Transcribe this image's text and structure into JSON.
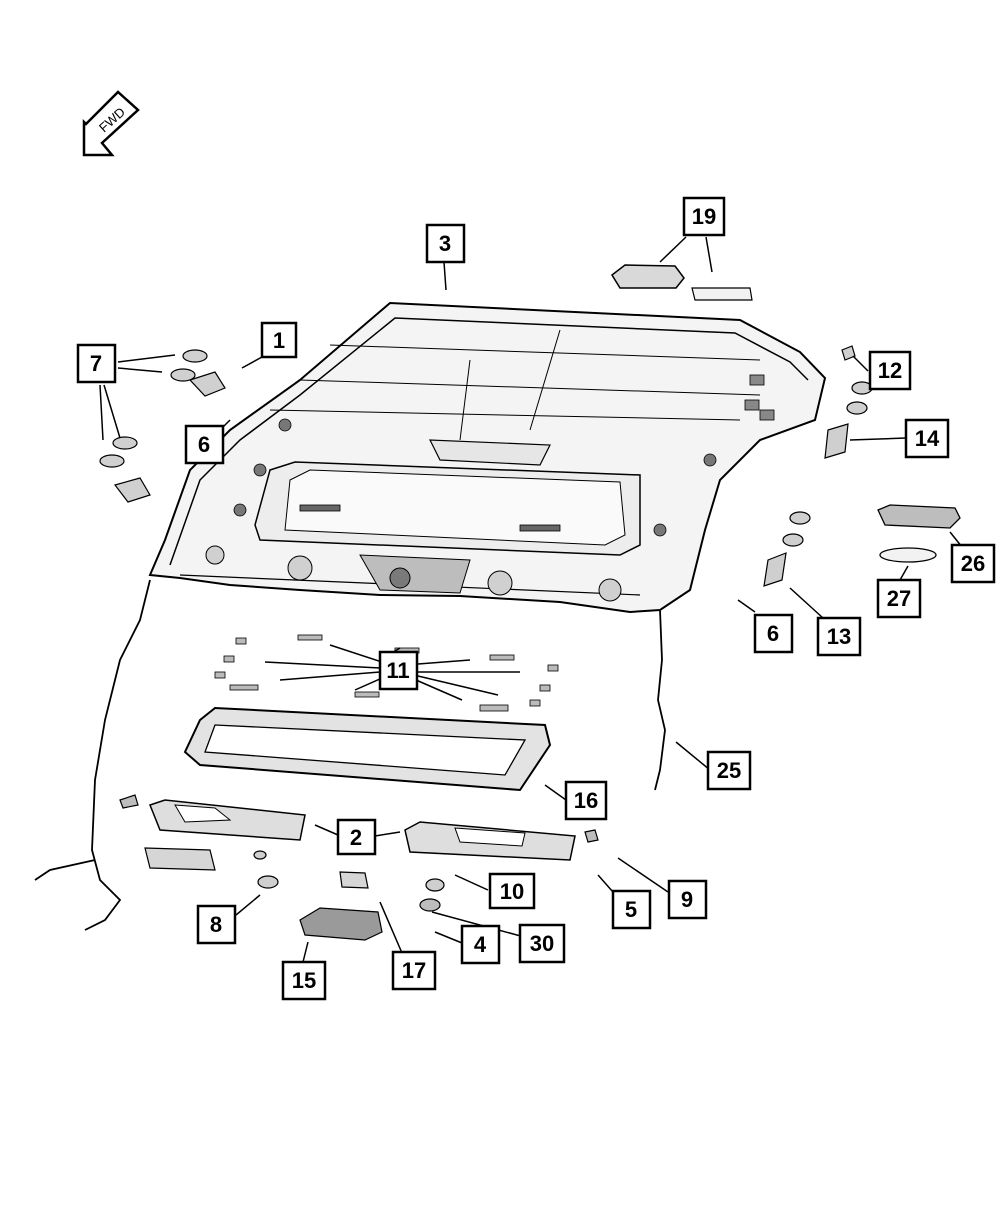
{
  "fwd_label": "FWD",
  "callouts": [
    {
      "id": "c1",
      "label": "1"
    },
    {
      "id": "c2",
      "label": "2"
    },
    {
      "id": "c3",
      "label": "3"
    },
    {
      "id": "c4",
      "label": "4"
    },
    {
      "id": "c5",
      "label": "5"
    },
    {
      "id": "c6a",
      "label": "6"
    },
    {
      "id": "c6b",
      "label": "6"
    },
    {
      "id": "c7",
      "label": "7"
    },
    {
      "id": "c8",
      "label": "8"
    },
    {
      "id": "c9",
      "label": "9"
    },
    {
      "id": "c10",
      "label": "10"
    },
    {
      "id": "c11",
      "label": "11"
    },
    {
      "id": "c12",
      "label": "12"
    },
    {
      "id": "c13",
      "label": "13"
    },
    {
      "id": "c14",
      "label": "14"
    },
    {
      "id": "c15",
      "label": "15"
    },
    {
      "id": "c16",
      "label": "16"
    },
    {
      "id": "c17",
      "label": "17"
    },
    {
      "id": "c19",
      "label": "19"
    },
    {
      "id": "c25",
      "label": "25"
    },
    {
      "id": "c26",
      "label": "26"
    },
    {
      "id": "c27",
      "label": "27"
    },
    {
      "id": "c30",
      "label": "30"
    }
  ],
  "colors": {
    "line": "#000000",
    "fill_light": "#f2f2f2",
    "fill_mid": "#d9d9d9",
    "fill_dark": "#8c8c8c",
    "background": "#ffffff"
  }
}
